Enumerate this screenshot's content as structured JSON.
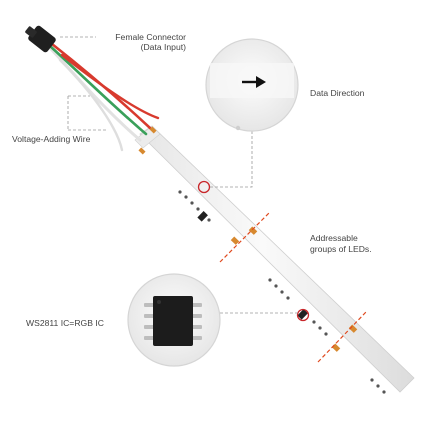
{
  "diagram": {
    "labels": {
      "female_connector": "Female Connector",
      "data_input": "(Data Input)",
      "voltage_wire": "Voltage-Adding Wire",
      "data_direction": "Data Direction",
      "addressable_line1": "Addressable",
      "addressable_line2": "groups of LEDs.",
      "ic": "WS2811 IC=RGB IC"
    },
    "icons": {
      "connector": "connector-icon",
      "arrow": "arrow-right-icon",
      "ic_chip": "ic-chip-icon"
    },
    "colors": {
      "wire_red": "#d83a2e",
      "wire_green": "#3aa05a",
      "wire_white": "#e8e8e8",
      "cut_mark": "#e04a1f",
      "solder_pad": "#d7892f",
      "strip": "#f4f4f4",
      "leader_line": "#9a9a9a",
      "text": "#444444"
    }
  }
}
